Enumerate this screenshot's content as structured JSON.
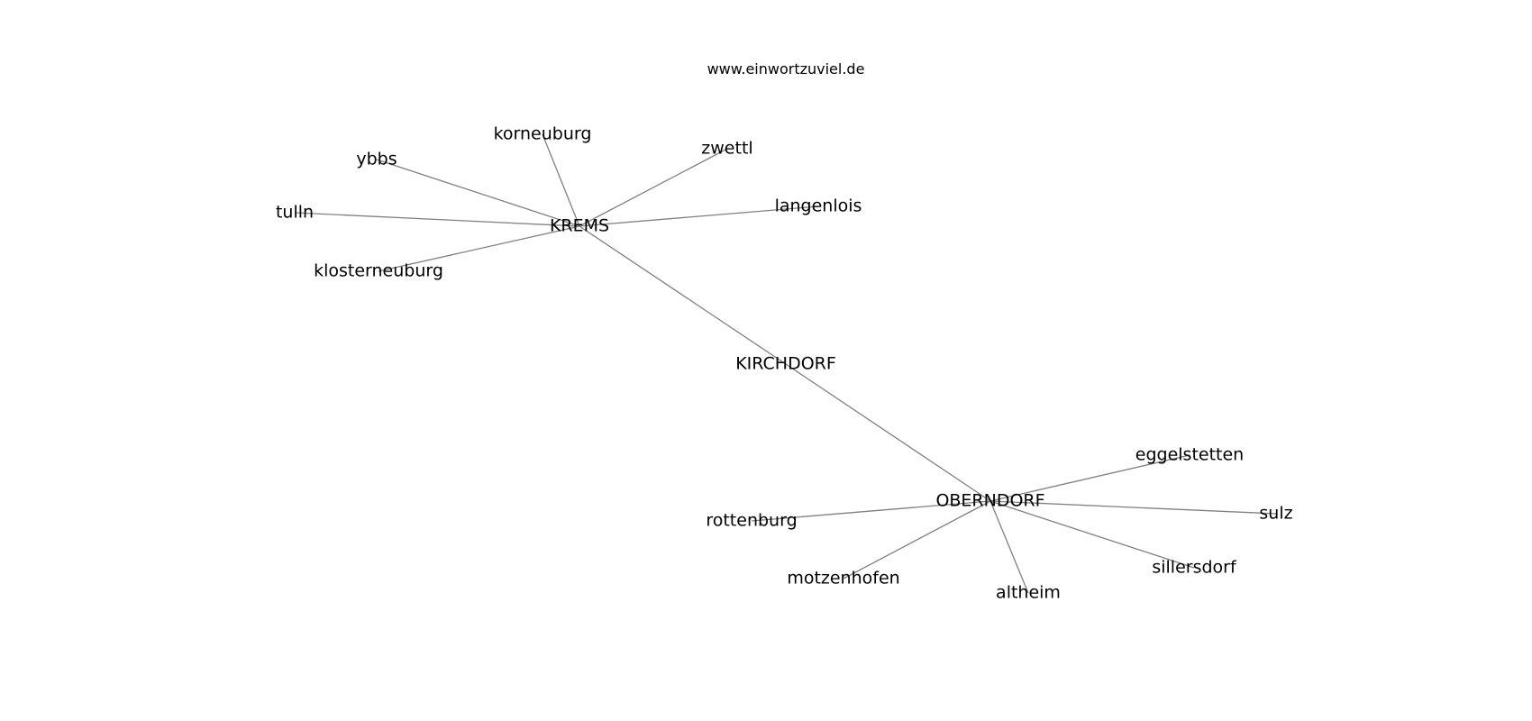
{
  "watermark": "www.einwortzuviel.de",
  "edge_color": "#808080",
  "text_color": "#000000",
  "background": "#ffffff",
  "nodes": [
    {
      "id": "krems",
      "label": "KREMS"
    },
    {
      "id": "kirchdorf",
      "label": "KIRCHDORF"
    },
    {
      "id": "oberndorf",
      "label": "OBERNDORF"
    },
    {
      "id": "korneuburg",
      "label": "korneuburg"
    },
    {
      "id": "ybbs",
      "label": "ybbs"
    },
    {
      "id": "zwettl",
      "label": "zwettl"
    },
    {
      "id": "langenlois",
      "label": "langenlois"
    },
    {
      "id": "tulln",
      "label": "tulln"
    },
    {
      "id": "klosterneuburg",
      "label": "klosterneuburg"
    },
    {
      "id": "eggelstetten",
      "label": "eggelstetten"
    },
    {
      "id": "sulz",
      "label": "sulz"
    },
    {
      "id": "rottenburg",
      "label": "rottenburg"
    },
    {
      "id": "sillersdorf",
      "label": "sillersdorf"
    },
    {
      "id": "motzenhofen",
      "label": "motzenhofen"
    },
    {
      "id": "altheim",
      "label": "altheim"
    }
  ],
  "edges": [
    {
      "source": "krems",
      "target": "korneuburg"
    },
    {
      "source": "krems",
      "target": "ybbs"
    },
    {
      "source": "krems",
      "target": "zwettl"
    },
    {
      "source": "krems",
      "target": "langenlois"
    },
    {
      "source": "krems",
      "target": "tulln"
    },
    {
      "source": "krems",
      "target": "klosterneuburg"
    },
    {
      "source": "krems",
      "target": "kirchdorf"
    },
    {
      "source": "kirchdorf",
      "target": "oberndorf"
    },
    {
      "source": "oberndorf",
      "target": "eggelstetten"
    },
    {
      "source": "oberndorf",
      "target": "sulz"
    },
    {
      "source": "oberndorf",
      "target": "rottenburg"
    },
    {
      "source": "oberndorf",
      "target": "sillersdorf"
    },
    {
      "source": "oberndorf",
      "target": "motzenhofen"
    },
    {
      "source": "oberndorf",
      "target": "altheim"
    }
  ]
}
